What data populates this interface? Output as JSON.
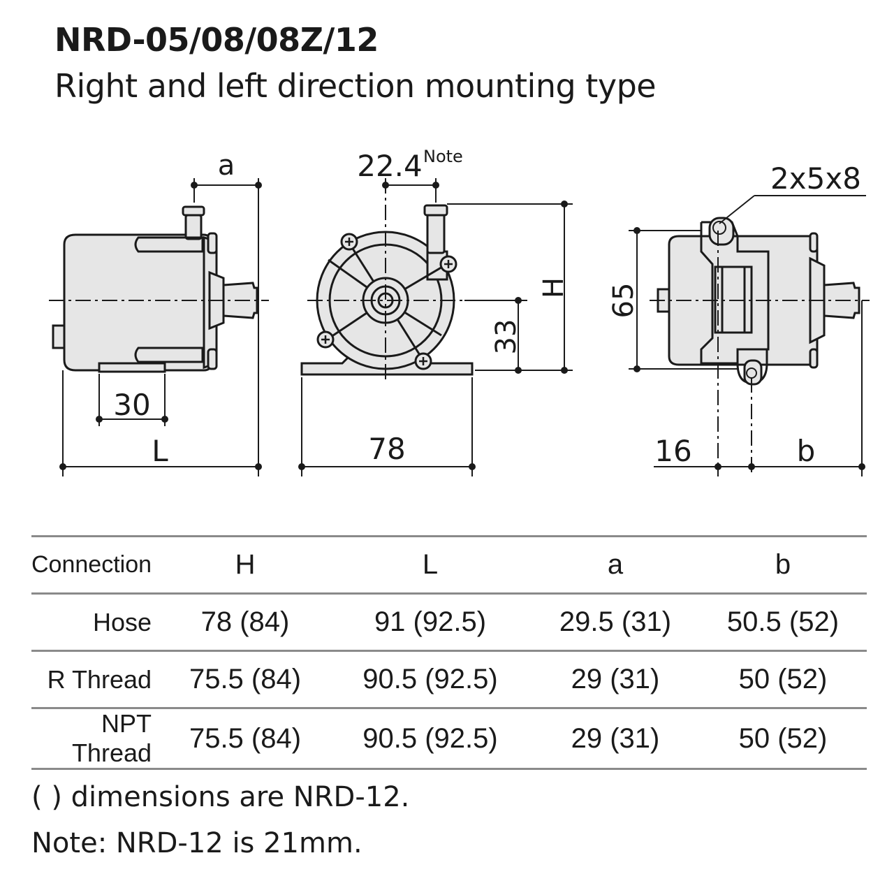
{
  "header": {
    "title": "NRD-05/08/08Z/12",
    "subtitle": "Right and left direction mounting type"
  },
  "dimensions": {
    "side_a": "a",
    "side_30": "30",
    "side_L": "L",
    "front_22_4": "22.4",
    "front_note": "Note",
    "front_H": "H",
    "front_33": "33",
    "front_78": "78",
    "rear_slot": "2x5x8",
    "rear_65": "65",
    "rear_16": "16",
    "rear_b": "b"
  },
  "table": {
    "headers": [
      "Connection",
      "H",
      "L",
      "a",
      "b"
    ],
    "rows": [
      {
        "connection": "Hose",
        "H": "78 (84)",
        "L": "91 (92.5)",
        "a": "29.5 (31)",
        "b": "50.5 (52)"
      },
      {
        "connection": "R Thread",
        "H": "75.5 (84)",
        "L": "90.5 (92.5)",
        "a": "29 (31)",
        "b": "50 (52)"
      },
      {
        "connection": "NPT Thread",
        "H": "75.5 (84)",
        "L": "90.5 (92.5)",
        "a": "29 (31)",
        "b": "50 (52)"
      }
    ]
  },
  "notes": {
    "paren_note": "(    ) dimensions are NRD-12.",
    "size_note": "Note: NRD-12 is 21mm."
  },
  "colors": {
    "body_fill": "#e6e6e6",
    "line": "#1a1a1a",
    "table_rule": "#8a8a8a"
  }
}
